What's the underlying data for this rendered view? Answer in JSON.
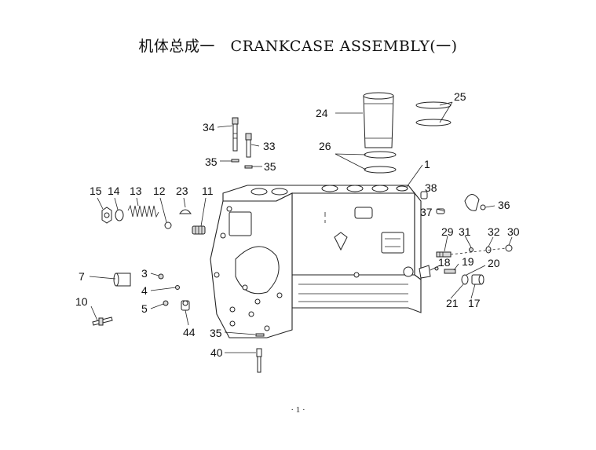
{
  "title": "机体总成一   CRANKCASE ASSEMBLY(一)",
  "page_number": "· 1 ·",
  "labels": [
    "1",
    "3",
    "4",
    "5",
    "7",
    "10",
    "11",
    "12",
    "13",
    "14",
    "15",
    "17",
    "18",
    "19",
    "20",
    "21",
    "23",
    "24",
    "25",
    "26",
    "29",
    "30",
    "31",
    "32",
    "33",
    "34",
    "35",
    "35",
    "35",
    "36",
    "37",
    "38",
    "40",
    "44"
  ]
}
